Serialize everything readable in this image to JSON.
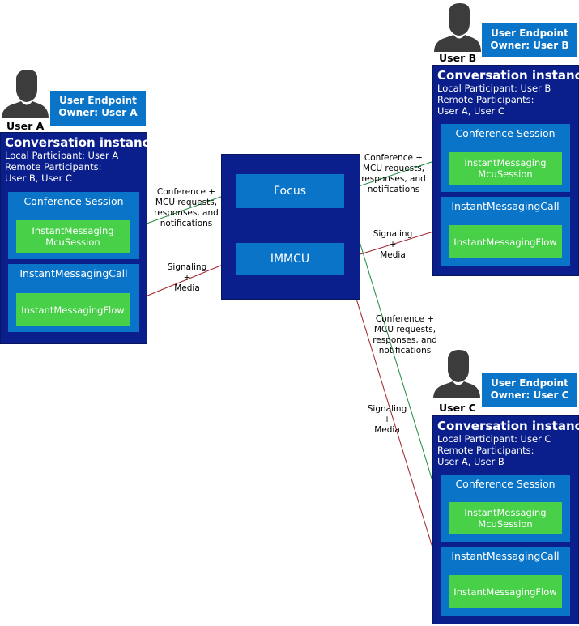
{
  "colors": {
    "conversation_bg": "#0a1e8c",
    "session_bg": "#0a74c8",
    "flow_bg": "#48d048",
    "signaling_line": "#a01e28",
    "conference_line": "#1e8c3c",
    "person_icon": "#3c3c3c"
  },
  "mcu": {
    "focus_label": "Focus",
    "immcu_label": "IMMCU"
  },
  "users": {
    "a": {
      "label": "User A",
      "endpoint": [
        "User Endpoint",
        "Owner: User A"
      ],
      "conv_title": "Conversation instance",
      "info": [
        "Local Participant: User A",
        "Remote Participants:",
        "User B, User C"
      ],
      "session_title": "Conference Session",
      "session_item": [
        "InstantMessaging",
        "McuSession"
      ],
      "call_title": "InstantMessagingCall",
      "flow": "InstantMessagingFlow"
    },
    "b": {
      "label": "User B",
      "endpoint": [
        "User Endpoint",
        "Owner: User B"
      ],
      "conv_title": "Conversation instance",
      "info": [
        "Local Participant: User B",
        "Remote Participants:",
        "User A, User C"
      ],
      "session_title": "Conference Session",
      "session_item": [
        "InstantMessaging",
        "McuSession"
      ],
      "call_title": "InstantMessagingCall",
      "flow": "InstantMessagingFlow"
    },
    "c": {
      "label": "User C",
      "endpoint": [
        "User Endpoint",
        "Owner: User C"
      ],
      "conv_title": "Conversation instance",
      "info": [
        "Local Participant: User C",
        "Remote Participants:",
        "User A, User B"
      ],
      "session_title": "Conference Session",
      "session_item": [
        "InstantMessaging",
        "McuSession"
      ],
      "call_title": "InstantMessagingCall",
      "flow": "InstantMessagingFlow"
    }
  },
  "connectors": {
    "conf_a": [
      "Conference +",
      "MCU requests,",
      "responses, and",
      "notifications"
    ],
    "sig_a": [
      "Signaling",
      "+",
      "Media"
    ],
    "conf_b": [
      "Conference +",
      "MCU requests,",
      "responses, and",
      "notifications"
    ],
    "sig_b": [
      "Signaling",
      "+",
      "Media"
    ],
    "conf_c": [
      "Conference +",
      "MCU requests,",
      "responses, and",
      "notifications"
    ],
    "sig_c": [
      "Signaling",
      "+",
      "Media"
    ]
  }
}
